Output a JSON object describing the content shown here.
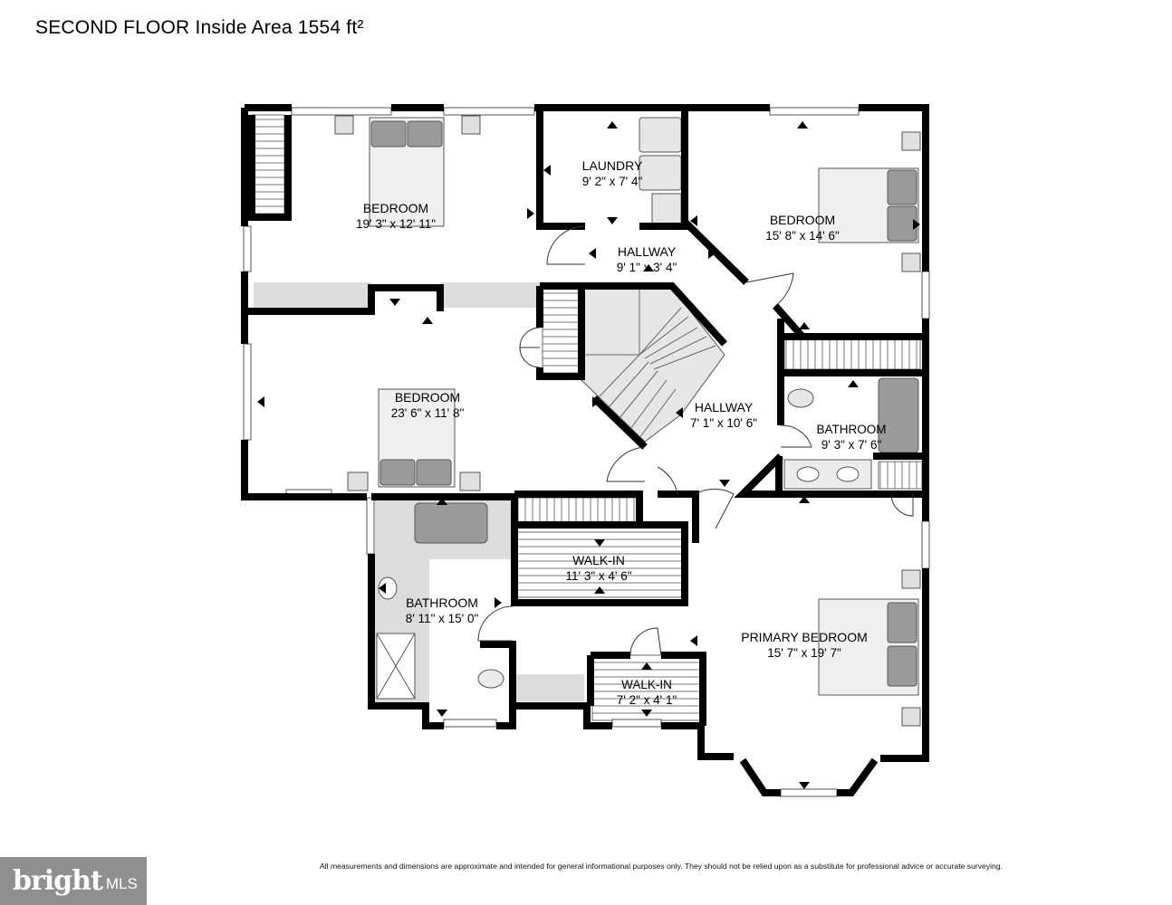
{
  "header": {
    "title": "SECOND FLOOR Inside Area 1554 ft²"
  },
  "rooms": {
    "bedroom_nw": {
      "name": "BEDROOM",
      "dims": "19' 3\" x 12' 11\""
    },
    "laundry": {
      "name": "LAUNDRY",
      "dims": "9' 2\" x 7' 4\""
    },
    "bedroom_ne": {
      "name": "BEDROOM",
      "dims": "15' 8\" x 14' 6\""
    },
    "hallway_upper": {
      "name": "HALLWAY",
      "dims": "9' 1\" x 3' 4\""
    },
    "bedroom_w": {
      "name": "BEDROOM",
      "dims": "23' 6\" x 11' 8\""
    },
    "hallway_center": {
      "name": "HALLWAY",
      "dims": "7' 1\" x 10' 6\""
    },
    "bathroom_e": {
      "name": "BATHROOM",
      "dims": "9' 3\" x 7' 6\""
    },
    "walkin_large": {
      "name": "WALK-IN",
      "dims": "11' 3\" x 4' 6\""
    },
    "bathroom_sw": {
      "name": "BATHROOM",
      "dims": "8' 11\" x 15' 0\""
    },
    "primary_bedroom": {
      "name": "PRIMARY BEDROOM",
      "dims": "15' 7\" x 19' 7\""
    },
    "walkin_small": {
      "name": "WALK-IN",
      "dims": "7' 2\" x 4' 1\""
    }
  },
  "footer": {
    "disclaimer": "All measurements and dimensions are approximate and intended for general informational purposes only. They should not be relied upon as a substitute for professional advice or accurate surveying.",
    "watermark": {
      "logo": "bright",
      "suffix": "MLS"
    }
  },
  "colors": {
    "wall": "#000000",
    "fixture": "#9a9a9a",
    "floor_shade": "#d9d9d9",
    "watermark_bg": "#8f8f8f"
  }
}
